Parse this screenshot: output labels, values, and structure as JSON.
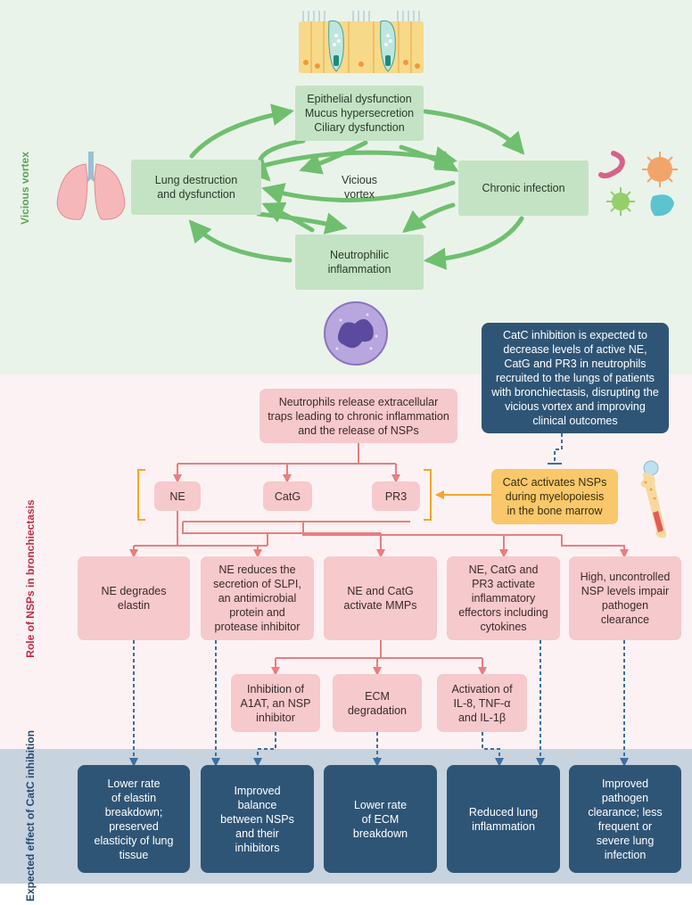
{
  "sections": {
    "vortex_label": "Vicious vortex",
    "nsp_label": "Role of NSPs in bronchiectasis",
    "effect_label": "Expected effect of CatC inhibition"
  },
  "vortex": {
    "epithelial": "Epithelial dysfunction\nMucus hypersecretion\nCiliary dysfunction",
    "lung": "Lung destruction\nand dysfunction",
    "infection": "Chronic infection",
    "neutrophilic": "Neutrophilic\ninflammation",
    "center": "Vicious\nvortex"
  },
  "nsp": {
    "release": "Neutrophils release extracellular\ntraps leading to chronic inflammation\nand the release of NSPs",
    "catc_inhibition": "CatC inhibition is expected to\ndecrease levels of active NE,\nCatG and PR3 in neutrophils\nrecruited to the lungs of patients\nwith bronchiectasis, disrupting the\nvicious vortex and improving\nclinical outcomes",
    "catc_activates": "CatC activates NSPs\nduring myelopoiesis\nin the bone marrow",
    "ne": "NE",
    "catg": "CatG",
    "pr3": "PR3",
    "effects": [
      "NE degrades\nelastin",
      "NE reduces the\nsecretion of SLPI,\nan antimicrobial\nprotein and\nprotease inhibitor",
      "NE and CatG\nactivate MMPs",
      "NE, CatG and\nPR3 activate\ninflammatory\neffectors including\ncytokines",
      "High, uncontrolled\nNSP levels impair\npathogen\nclearance"
    ],
    "mmp_effects": [
      "Inhibition of\nA1AT, an NSP\ninhibitor",
      "ECM\ndegradation",
      "Activation of\nIL-8, TNF-α\nand IL-1β"
    ]
  },
  "outcomes": [
    "Lower rate\nof elastin\nbreakdown;\npreserved\nelasticity of lung\ntissue",
    "Improved\nbalance\nbetween NSPs\nand their\ninhibitors",
    "Lower rate\nof ECM\nbreakdown",
    "Reduced lung\ninflammation",
    "Improved\npathogen\nclearance; less\nfrequent or\nsevere lung\ninfection"
  ],
  "colors": {
    "green_band": "#eaf3ea",
    "pink_band": "#fdf2f3",
    "blue_band": "#c7d3de",
    "arrow_green": "#6fbf6f",
    "line_red": "#ea7d80",
    "bracket_orange": "#f4a52a",
    "dashed_navy": "#3e6f9e"
  },
  "icons": [
    "epithelium-icon",
    "lungs-icon",
    "pathogens-icon",
    "neutrophil-icon",
    "bone-icon"
  ]
}
